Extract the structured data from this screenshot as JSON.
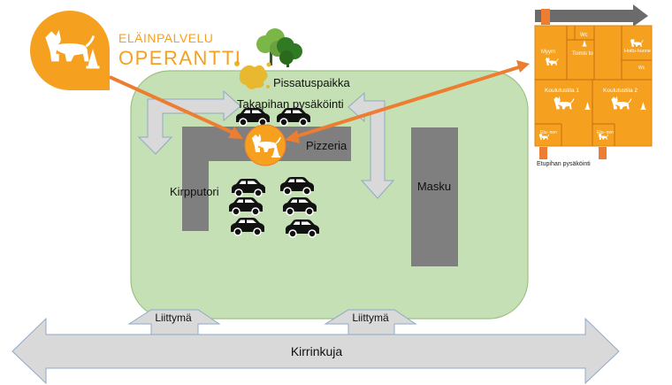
{
  "logo": {
    "line1": "ELÄINPALVELU",
    "line2": "OPERANTTI"
  },
  "labels": {
    "pissatuspaikka": "Pissatuspaikka",
    "takapiha": "Takapihan pysäköinti",
    "pizzeria": "Pizzeria",
    "kirpputori": "Kirpputori",
    "masku": "Masku",
    "liittyma_left": "Liittymä",
    "liittyma_right": "Liittymä",
    "street": "Kirrinkuja"
  },
  "floorplan": {
    "myymala": "Myym",
    "wc_top": "Wc",
    "toimisto": "Toimis to",
    "hoitohuone": "Hoito-huone",
    "wc_right": "Wc",
    "koulutustila1": "Koulutustila 1",
    "koulutustila2": "Koulutustila 2",
    "entrance_left": "Etu- nen",
    "entrance_right": "Etu- nen",
    "parking_caption": "Etupihan pysäköinti"
  },
  "colors": {
    "orange": "#f5a11f",
    "arrow_orange": "#ed7d31",
    "green_area": "#c5e0b4",
    "gray_building": "#7f7f7f",
    "gray_arrow": "#d9d9d9",
    "dark_arrow": "#6b6b6b",
    "logo_text": "#f5a11f"
  },
  "icons": {
    "logo": "dog-logo-icon",
    "trees": "trees-icon",
    "splash": "pee-splash-icon",
    "car": "car-icon",
    "dog": "dog-icon"
  }
}
